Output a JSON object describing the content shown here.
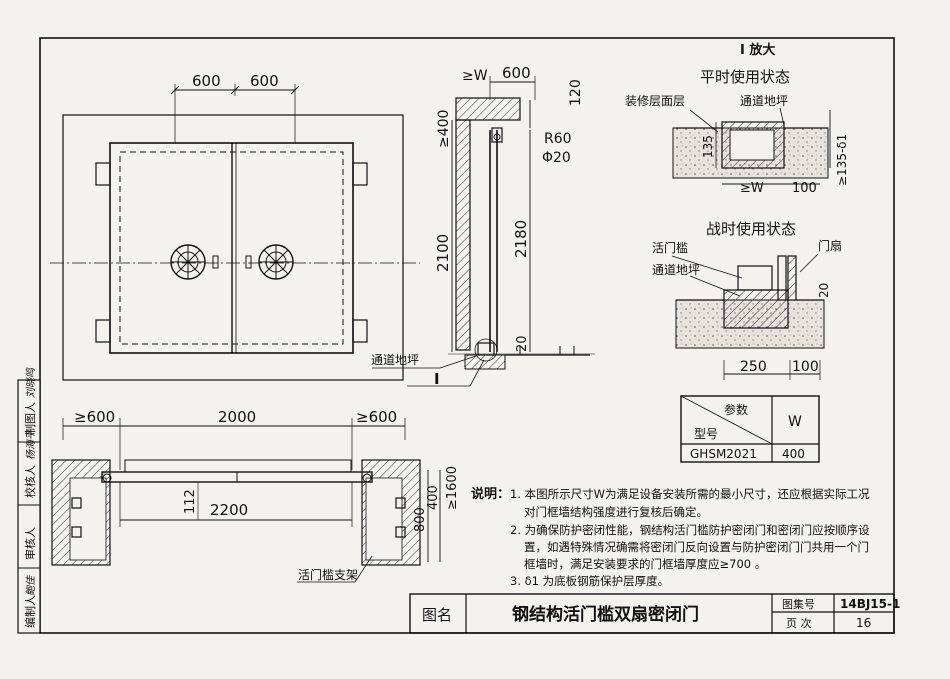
{
  "elevation": {
    "dim_top_left": "600",
    "dim_top_right": "600"
  },
  "section": {
    "dim_w": "≥W",
    "dim_600": "600",
    "dim_120": "120",
    "dim_400": "≥400",
    "radius": "R60",
    "diameter": "Φ20",
    "dim_2100": "2100",
    "dim_2180": "2180",
    "dim_20": "20",
    "floor_label": "通道地坪",
    "detail_marker": "I"
  },
  "plan": {
    "dim_left": "≥600",
    "dim_2000": "2000",
    "dim_right": "≥600",
    "dim_112": "112",
    "dim_2200": "2200",
    "dim_400": "400",
    "dim_800": "800",
    "dim_1600": "≥1600",
    "support_label": "活门槛支架"
  },
  "detail": {
    "title": "I 放大",
    "peace_title": "平时使用状态",
    "finish_label": "装修层面层",
    "floor_label_1": "通道地坪",
    "dim_135": "135",
    "dim_w": "≥W",
    "dim_100_a": "100",
    "dim_135_d": "≥135-δ1",
    "war_title": "战时使用状态",
    "sill_label": "活门槛",
    "floor_label_2": "通道地坪",
    "leaf_label": "门扇",
    "dim_20": "20",
    "dim_250": "250",
    "dim_100_b": "100"
  },
  "param_table": {
    "header_param": "参数",
    "header_model": "型号",
    "header_w": "W",
    "model": "GHSM2021",
    "w_value": "400"
  },
  "notes": {
    "lead": "说明：",
    "items": [
      "1. 本图所示尺寸W为满足设备安装所需的最小尺寸，还应根据实际工况",
      "对门框墙结构强度进行复核后确定。",
      "2. 为确保防护密闭性能，钢结构活门槛防护密闭门和密闭门应按顺序设",
      "置，如遇特殊情况确需将密闭门反向设置与防护密闭门门共用一个门",
      "框墙时，满足安装要求的门框墙厚度应≥700 。",
      "3. δ1 为底板钢筋保护层厚度。"
    ]
  },
  "title_block": {
    "label": "图名",
    "title": "钢结构活门槛双扇密闭门",
    "atlas_label": "图集号",
    "atlas_value": "14BJ15-1",
    "page_label": "页 次",
    "page_value": "16"
  },
  "signatures": {
    "roles": [
      "编制人",
      "审核人",
      "校核人",
      "制图人"
    ],
    "names": [
      "鲍佳",
      "杨海平",
      "刘晓鸣"
    ]
  }
}
